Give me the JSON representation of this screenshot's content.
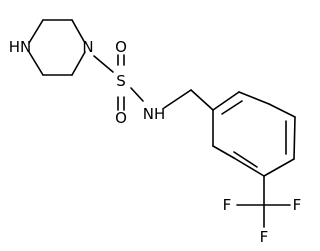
{
  "molecule": {
    "atoms": {
      "nh_piperazine": "HN",
      "n_piperazine": "N",
      "sulfur": "S",
      "oxygen_top": "O",
      "oxygen_bottom": "O",
      "nh_sulfonamide": "NH",
      "fluorine_left": "F",
      "fluorine_right": "F",
      "fluorine_bottom": "F"
    },
    "colors": {
      "bond": "#000000",
      "label": "#000000",
      "background": "#ffffff"
    }
  }
}
